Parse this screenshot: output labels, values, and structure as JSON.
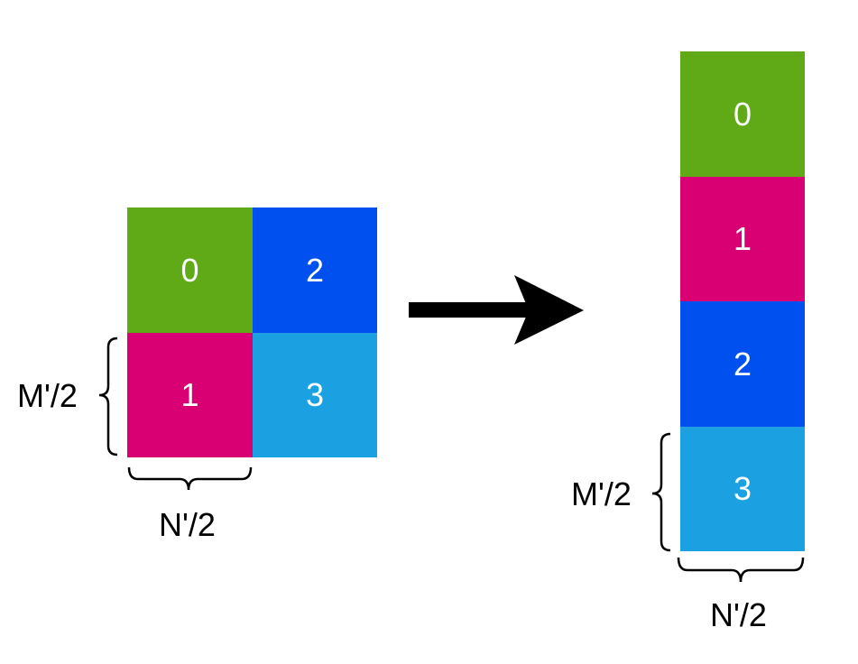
{
  "colors": {
    "green": "#60A917",
    "magenta": "#D80073",
    "blue": "#0050EF",
    "light_blue": "#1BA1E2",
    "text_on_block": "#FFFFFF",
    "ink": "#000000"
  },
  "left_grid": {
    "blocks": [
      {
        "label": "0",
        "color": "#60A917"
      },
      {
        "label": "1",
        "color": "#D80073"
      },
      {
        "label": "2",
        "color": "#0050EF"
      },
      {
        "label": "3",
        "color": "#1BA1E2"
      }
    ],
    "height_label": "M'/2",
    "width_label": "N'/2"
  },
  "arrow": {
    "direction": "right",
    "meaning": "rearrange"
  },
  "right_column": {
    "blocks": [
      {
        "label": "0",
        "color": "#60A917"
      },
      {
        "label": "1",
        "color": "#D80073"
      },
      {
        "label": "2",
        "color": "#0050EF"
      },
      {
        "label": "3",
        "color": "#1BA1E2"
      }
    ],
    "height_label": "M'/2",
    "width_label": "N'/2"
  }
}
